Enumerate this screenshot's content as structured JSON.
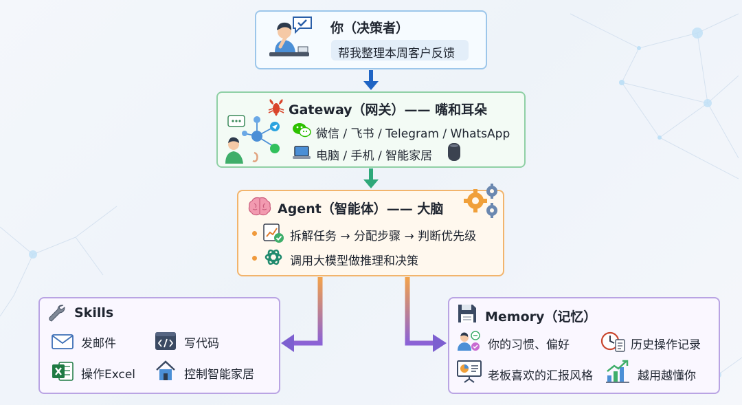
{
  "user": {
    "title": "你（决策者）",
    "request": "帮我整理本周客户反馈"
  },
  "gateway": {
    "title": "Gateway（网关）—— 嘴和耳朵",
    "channels": "微信 / 飞书 / Telegram / WhatsApp",
    "devices": "电脑 / 手机 / 智能家居"
  },
  "agent": {
    "title": "Agent（智能体）—— 大脑",
    "items": [
      "拆解任务 → 分配步骤 → 判断优先级",
      "调用大模型做推理和决策"
    ]
  },
  "skills": {
    "title": "Skills",
    "items": [
      "发邮件",
      "写代码",
      "操作Excel",
      "控制智能家居"
    ]
  },
  "memory": {
    "title": "Memory（记忆）",
    "items": [
      "你的习惯、偏好",
      "历史操作记录",
      "老板喜欢的汇报风格",
      "越用越懂你"
    ]
  },
  "colors": {
    "user_border": "#9cc6ea",
    "gateway_border": "#8fd0a5",
    "agent_border": "#f2b46c",
    "module_border": "#b9a4e3",
    "arrow_blue": "#1f64c4",
    "arrow_green": "#2ea87a",
    "arrow_purple": "#7d5fd0"
  },
  "icons": [
    "person-thinking-icon",
    "chat-check-icon",
    "lobster-icon",
    "network-hub-icon",
    "wechat-icon",
    "laptop-icon",
    "smart-speaker-icon",
    "brain-icon",
    "gears-icon",
    "chart-check-icon",
    "openai-icon",
    "wrench-icon",
    "mail-icon",
    "code-icon",
    "excel-icon",
    "smart-home-icon",
    "floppy-icon",
    "profile-icon",
    "clock-doc-icon",
    "presentation-icon",
    "growth-chart-icon"
  ]
}
